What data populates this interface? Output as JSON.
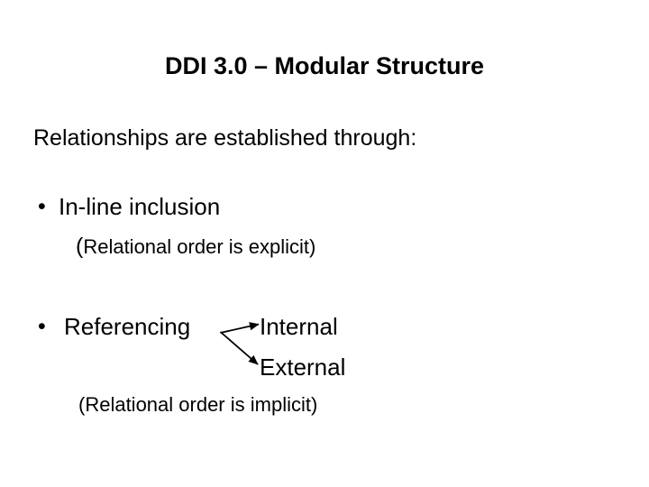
{
  "slide": {
    "title": "DDI 3.0 – Modular Structure",
    "intro": "Relationships are established through:",
    "background_color": "#ffffff",
    "text_color": "#000000",
    "bullet_glyph": "•",
    "bullets": [
      {
        "label": "In-line inclusion",
        "note": "Relational order is explicit",
        "note_full": "(Relational order is explicit)"
      },
      {
        "label": "Referencing",
        "note": "Relational order is implicit",
        "note_full": "(Relational order is implicit)",
        "branches": [
          {
            "label": "Internal"
          },
          {
            "label": "External"
          }
        ]
      }
    ],
    "note_open_paren": "(",
    "note_close_paren": ")"
  }
}
